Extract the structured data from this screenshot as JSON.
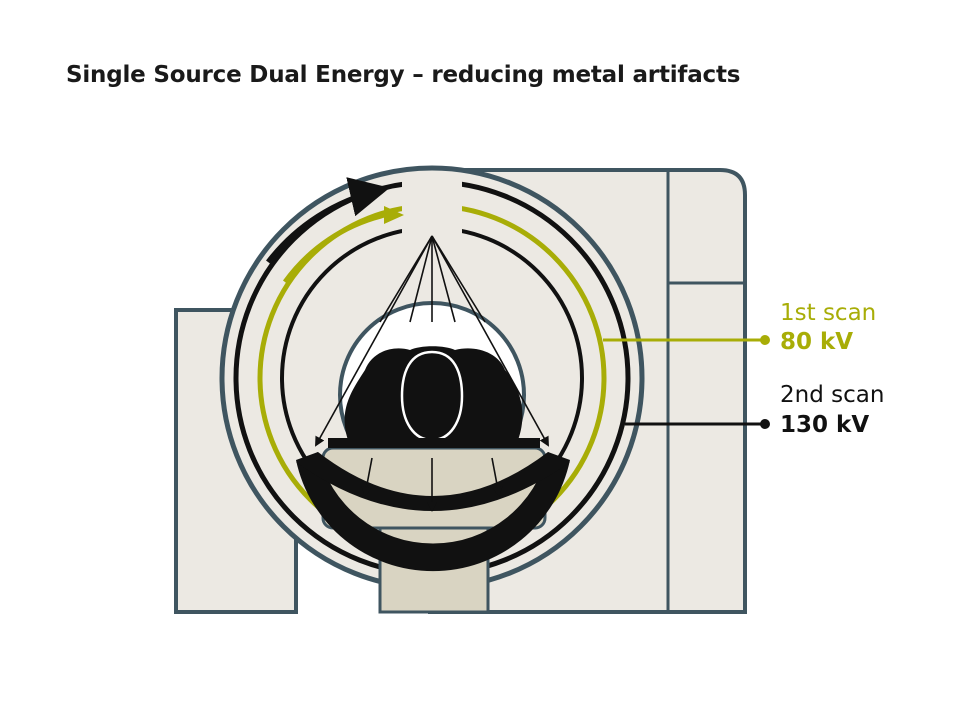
{
  "title": "Single Source Dual Energy – reducing metal artifacts",
  "scan1": {
    "label": "1st scan",
    "value": "80 kV"
  },
  "scan2": {
    "label": "2nd scan",
    "value": "130 kV"
  },
  "colors": {
    "housing_fill": "#ece9e3",
    "housing_stroke": "#3f5560",
    "ring_black": "#111111",
    "ring_yellow": "#a8ad07",
    "table": "#d9d4c2",
    "patient": "#111111"
  },
  "icons": [
    "scan-direction-arrow-icon",
    "x-ray-beam-arrow-icon"
  ]
}
